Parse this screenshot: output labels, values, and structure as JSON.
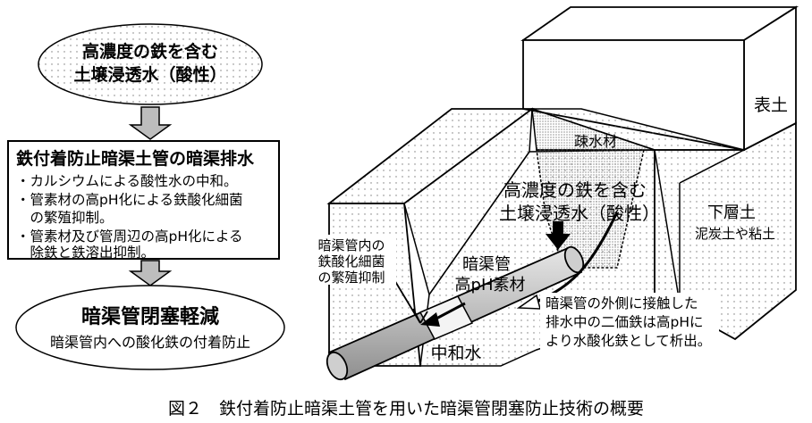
{
  "flow": {
    "top_ellipse": {
      "line1": "高濃度の鉄を含む",
      "line2": "土壌浸透水（酸性）"
    },
    "box": {
      "title": "鉄付着防止暗渠土管の暗渠排水",
      "bullets": [
        "・カルシウムによる酸性水の中和。",
        "・管素材の高pH化による鉄酸化細菌",
        "　の繁殖抑制。",
        "・管素材及び管周辺の高pH化による",
        "　除鉄と鉄溶出抑制。"
      ]
    },
    "bottom_ellipse": {
      "title": "暗渠管閉塞軽減",
      "sub": "暗渠管内への酸化鉄の付着防止"
    }
  },
  "diagram": {
    "topsoil": "表土",
    "sparse_material": "疎水材",
    "subsoil": "下層土",
    "subsoil_sub": "泥炭土や粘土",
    "water_line1": "高濃度の鉄を含む",
    "water_line2": "土壌浸透水（酸性）",
    "pipe_label1": "暗渠管",
    "pipe_label2": "高pH素材",
    "bacteria_line1": "暗渠管内の",
    "bacteria_line2": "鉄酸化細菌",
    "bacteria_line3": "の繁殖抑制",
    "neutral_water": "中和水",
    "note_line1": "暗渠管の外側に接触した",
    "note_line2": "排水中の二価鉄は高pHに",
    "note_line3": "より水酸化鉄として析出。"
  },
  "caption": "図２　鉄付着防止暗渠土管を用いた暗渠管閉塞防止技術の概要",
  "colors": {
    "pipe": "#bdbdbd",
    "stipple": "#777777",
    "line": "#000000"
  }
}
